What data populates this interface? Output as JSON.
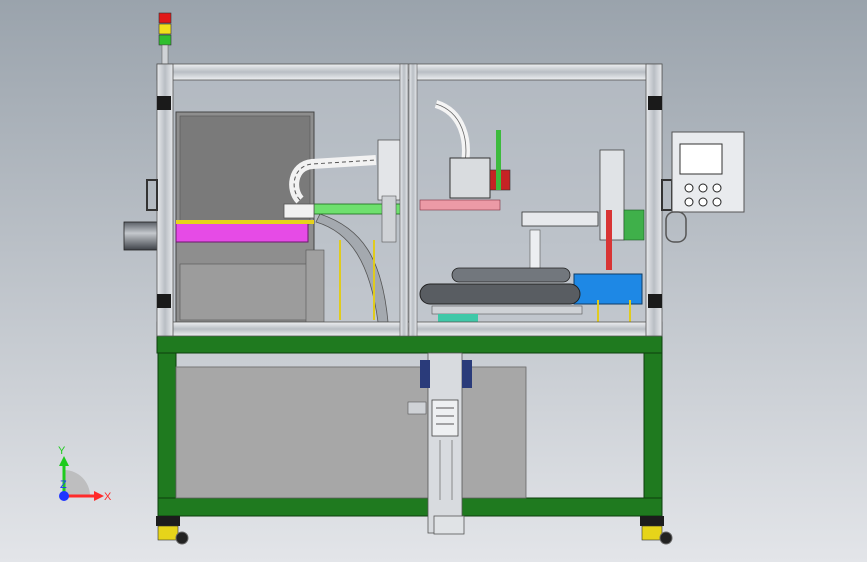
{
  "viewport": {
    "background_top": "#9aa3ac",
    "background_bottom": "#e3e5e9"
  },
  "colors": {
    "frame_green": "#1f7a1f",
    "frame_aluminum": "#c9cdd2",
    "panel_gray": "#a7a7a7",
    "hopper_magenta": "#e64be6",
    "conveyor_green": "#6ee06e",
    "blue_box": "#1e88e5",
    "beacon_red": "#e11919",
    "beacon_yellow": "#f2e01c",
    "beacon_green": "#2fbf2f",
    "axis_x": "#ff2a2a",
    "axis_y": "#1ecb1e",
    "axis_z": "#1f35ff"
  },
  "control_panel": {
    "screen_icon": "hmi-screen-icon",
    "button_count": 6
  },
  "signal_tower": {
    "lights": [
      "red",
      "yellow",
      "green"
    ]
  },
  "triad": {
    "x_label": "X",
    "y_label": "Y",
    "z_label": "Z"
  }
}
